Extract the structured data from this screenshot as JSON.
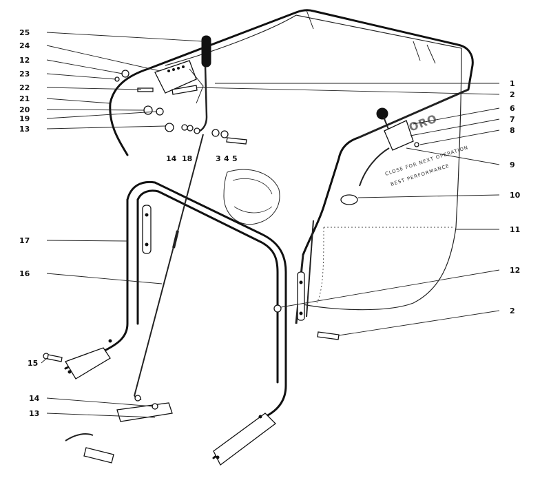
{
  "callouts": {
    "left": [
      {
        "label": "25"
      },
      {
        "label": "24"
      },
      {
        "label": "12"
      },
      {
        "label": "23"
      },
      {
        "label": "22"
      },
      {
        "label": "21"
      },
      {
        "label": "20"
      },
      {
        "label": "19"
      },
      {
        "label": "13"
      },
      {
        "label": "17"
      },
      {
        "label": "16"
      },
      {
        "label": "15"
      },
      {
        "label": "14"
      },
      {
        "label": "13"
      }
    ],
    "right": [
      {
        "label": "1"
      },
      {
        "label": "2"
      },
      {
        "label": "6"
      },
      {
        "label": "7"
      },
      {
        "label": "8"
      },
      {
        "label": "9"
      },
      {
        "label": "10"
      },
      {
        "label": "11"
      },
      {
        "label": "12"
      },
      {
        "label": "2"
      }
    ],
    "inline": [
      {
        "label": "14"
      },
      {
        "label": "18"
      },
      {
        "label": "3"
      },
      {
        "label": "4"
      },
      {
        "label": "5"
      }
    ]
  },
  "bag_text": {
    "line1": "CLOSE FOR NEXT OPERATION",
    "line2": "BEST PERFORMANCE",
    "brand": "TORO"
  }
}
